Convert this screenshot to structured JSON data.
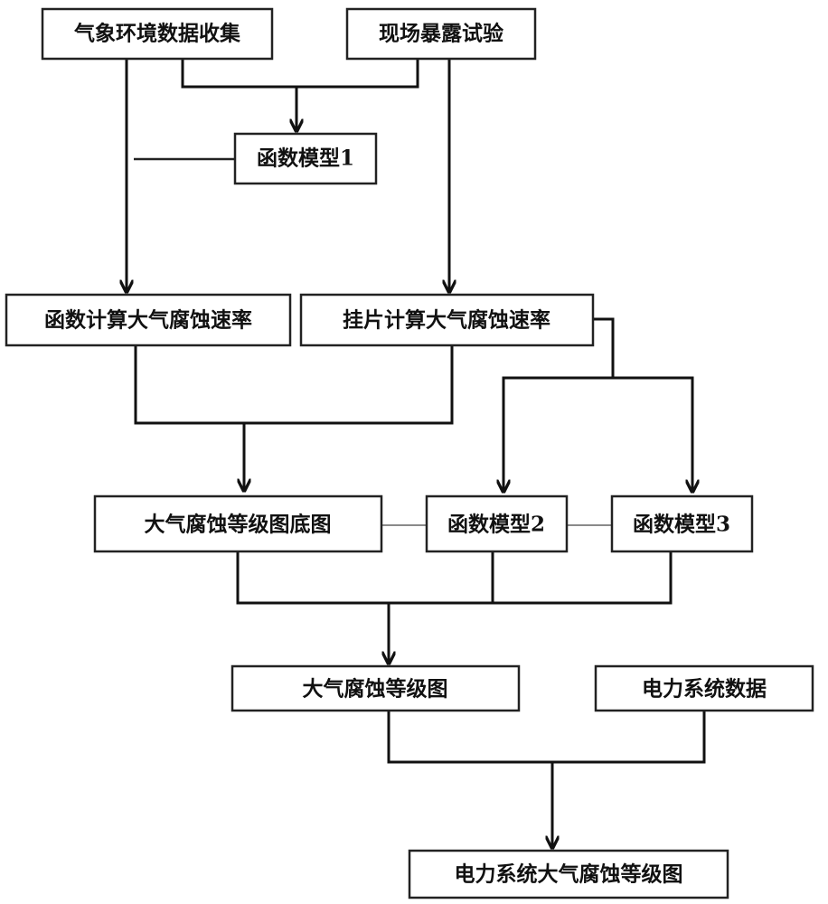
{
  "diagram": {
    "nodes": {
      "weather_data": "气象环境数据收集",
      "field_exposure": "现场暴露试验",
      "model_1": "函数模型1",
      "function_rate": "函数计算大气腐蚀速率",
      "coupon_rate": "挂片计算大气腐蚀速率",
      "base_map": "大气腐蚀等级图底图",
      "model_2": "函数模型2",
      "model_3": "函数模型3",
      "corrosion_map": "大气腐蚀等级图",
      "power_data": "电力系统数据",
      "power_corrosion_map": "电力系统大气腐蚀等级图"
    }
  }
}
